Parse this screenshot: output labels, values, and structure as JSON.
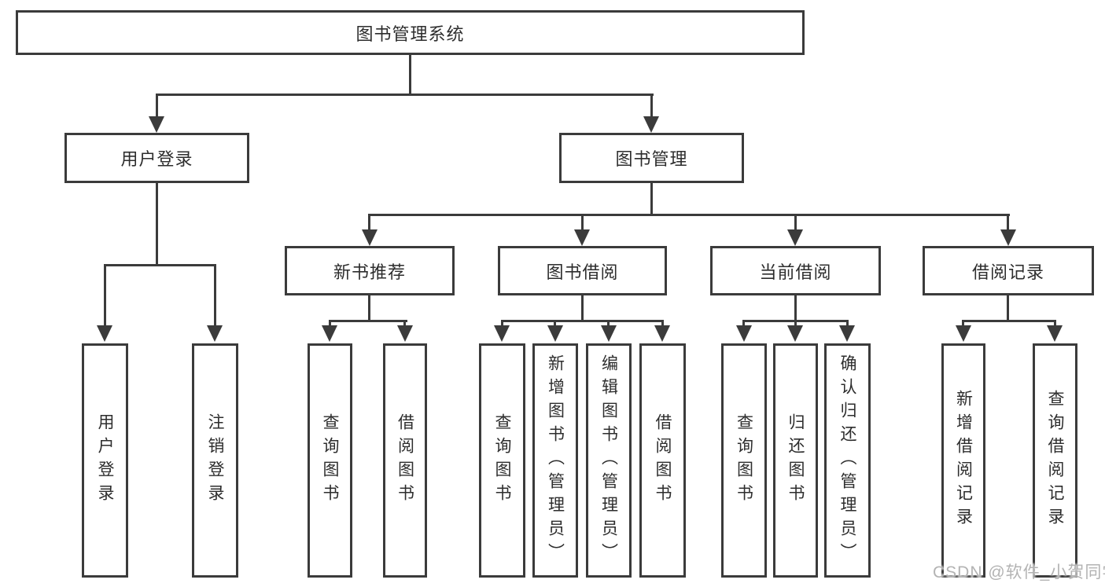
{
  "nodes": {
    "root": "图书管理系统",
    "level2": [
      "用户登录",
      "图书管理"
    ],
    "level3": [
      "新书推荐",
      "图书借阅",
      "当前借阅",
      "借阅记录"
    ],
    "leaves": {
      "user_login": [
        "用户登录",
        "注销登录"
      ],
      "new_book_recommend": [
        "查询图书",
        "借阅图书"
      ],
      "book_borrowing": [
        "查询图书",
        "新增图书（管理员）",
        "编辑图书（管理员）",
        "借阅图书"
      ],
      "current_borrowing": [
        "查询图书",
        "归还图书",
        "确认归还（管理员）"
      ],
      "borrowing_records": [
        "新增借阅记录",
        "查询借阅记录"
      ]
    }
  },
  "watermark": {
    "text": "CSDN @软件_小贺同学"
  },
  "colors": {
    "line": "#3b3b3b",
    "text": "#2d2d2d",
    "background": "#ffffff",
    "watermark": "#b3b3b3"
  }
}
